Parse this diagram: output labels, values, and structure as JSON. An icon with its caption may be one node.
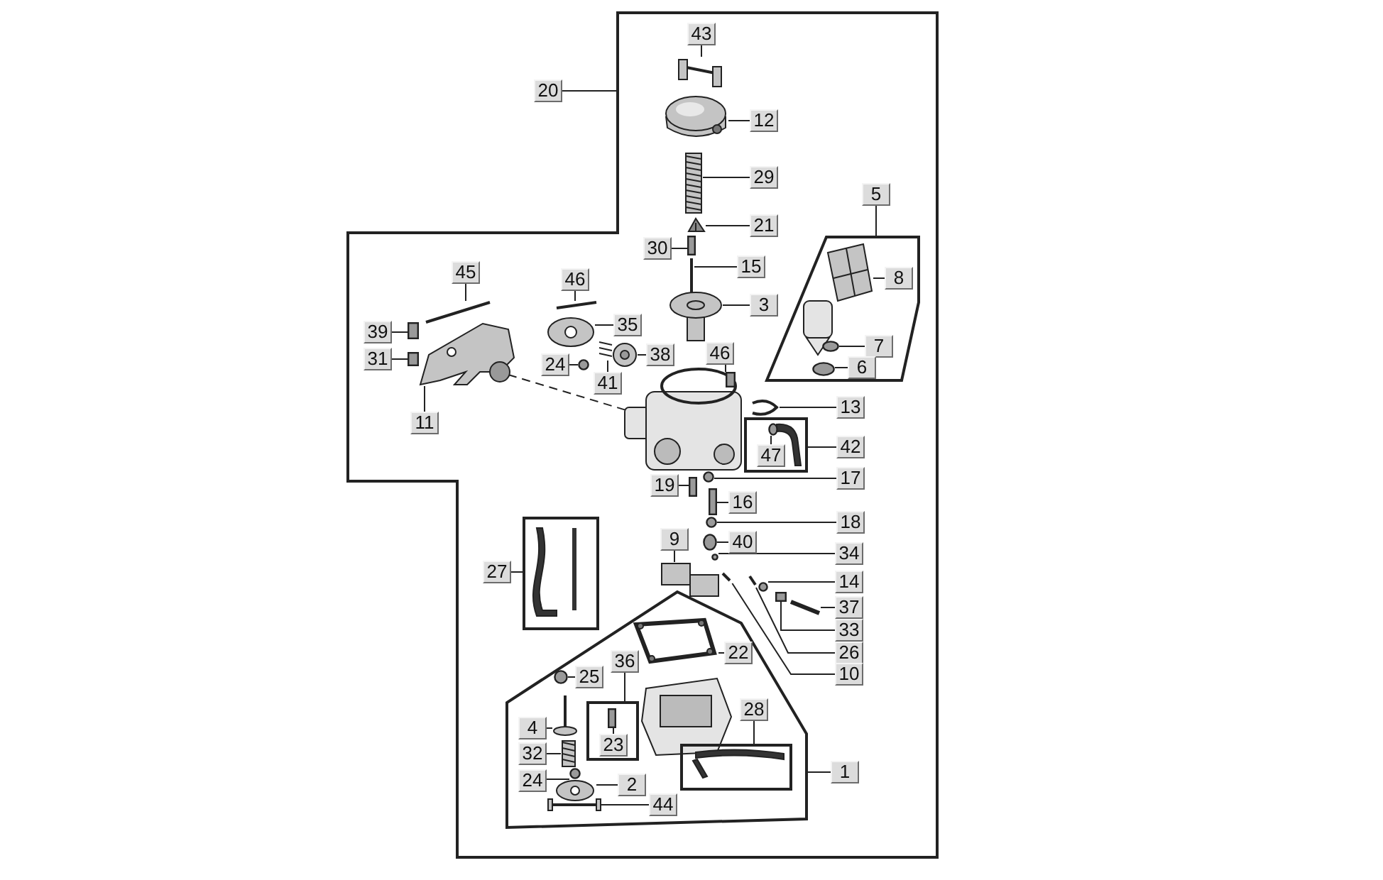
{
  "diagram": {
    "nodes": [
      {
        "text": [],
        "shape": "box"
      },
      {
        "text": [
          "20"
        ]
      },
      {
        "text": [
          "43"
        ],
        "in": 0
      },
      {
        "text": [
          "12"
        ],
        "in": 0
      },
      {
        "text": [
          "29"
        ],
        "in": 0
      },
      {
        "text": [
          "5"
        ],
        "in": 0
      },
      {
        "text": [],
        "shape": "box",
        "in": 0
      },
      {
        "text": [
          "21"
        ],
        "in": 0
      },
      {
        "text": [
          "30"
        ],
        "in": 0
      },
      {
        "text": [
          "15"
        ],
        "in": 0
      },
      {
        "text": [
          "8"
        ],
        "in": 6
      },
      {
        "text": [
          "45"
        ],
        "in": 0
      },
      {
        "text": [
          "46"
        ],
        "in": 0
      },
      {
        "text": [
          "3"
        ],
        "in": 0
      },
      {
        "text": [
          "35"
        ],
        "in": 0
      },
      {
        "text": [
          "39"
        ],
        "in": 0
      },
      {
        "text": [
          "38"
        ],
        "in": 0
      },
      {
        "text": [
          "7"
        ],
        "in": 6
      },
      {
        "text": [
          "46"
        ],
        "in": 0
      },
      {
        "text": [
          "31"
        ],
        "in": 0
      },
      {
        "text": [
          "24"
        ],
        "in": 0
      },
      {
        "text": [
          "41"
        ],
        "in": 0
      },
      {
        "text": [
          "6"
        ],
        "in": 6
      },
      {
        "text": [
          "13"
        ],
        "in": 0
      },
      {
        "text": [
          "11"
        ],
        "in": 0
      },
      {
        "text": [],
        "shape": "box",
        "in": 0
      },
      {
        "text": [
          "42"
        ],
        "in": 0
      },
      {
        "text": [
          "47"
        ],
        "in": 25
      },
      {
        "text": [
          "17"
        ],
        "in": 0
      },
      {
        "text": [
          "19"
        ],
        "in": 0
      },
      {
        "text": [
          "16"
        ],
        "in": 0
      },
      {
        "text": [
          "18"
        ],
        "in": 0
      },
      {
        "text": [
          "9"
        ],
        "in": 0
      },
      {
        "text": [
          "40"
        ],
        "in": 0
      },
      {
        "text": [
          "34"
        ],
        "in": 0
      },
      {
        "text": [],
        "shape": "box",
        "in": 0
      },
      {
        "text": [
          "27"
        ],
        "in": 0
      },
      {
        "text": [
          "14"
        ],
        "in": 0
      },
      {
        "text": [
          "37"
        ],
        "in": 0
      },
      {
        "text": [
          "33"
        ],
        "in": 0
      },
      {
        "text": [
          "26"
        ],
        "in": 0
      },
      {
        "text": [],
        "shape": "box",
        "in": 0
      },
      {
        "text": [
          "22"
        ],
        "in": 41
      },
      {
        "text": [
          "36"
        ],
        "in": 41
      },
      {
        "text": [],
        "shape": "box",
        "in": 41
      },
      {
        "text": [
          "10"
        ],
        "in": 0
      },
      {
        "text": [
          "25"
        ],
        "in": 41
      },
      {
        "text": [
          "28"
        ],
        "in": 41
      },
      {
        "text": [],
        "shape": "box",
        "in": 41
      },
      {
        "text": [
          "4"
        ],
        "in": 41
      },
      {
        "text": [
          "23"
        ],
        "in": 44
      },
      {
        "text": [
          "32"
        ],
        "in": 41
      },
      {
        "text": [
          "1"
        ],
        "in": 0
      },
      {
        "text": [
          "24"
        ],
        "in": 41
      },
      {
        "text": [
          "2"
        ],
        "in": 41
      },
      {
        "text": [
          "44"
        ],
        "in": 41
      },
      {
        "text": [],
        "shape": "picture",
        "in": 0
      },
      {
        "text": [],
        "shape": "picture",
        "in": 0
      },
      {
        "text": [],
        "shape": "picture",
        "in": 0
      },
      {
        "text": [],
        "shape": "picture",
        "in": 0
      },
      {
        "text": [],
        "shape": "box",
        "in": 0
      },
      {
        "text": [],
        "shape": "bar",
        "in": 0
      },
      {
        "text": [],
        "shape": "picture",
        "in": 6
      },
      {
        "text": [],
        "shape": "bar",
        "in": 0
      },
      {
        "text": [],
        "shape": "bar",
        "in": 0
      },
      {
        "text": [],
        "shape": "picture",
        "in": 0
      },
      {
        "text": [],
        "shape": "picture",
        "in": 0
      },
      {
        "text": [],
        "shape": "box",
        "in": 0
      },
      {
        "text": [],
        "shape": "picture",
        "in": 0
      },
      {
        "text": [],
        "shape": "circle",
        "in": 6
      },
      {
        "text": [],
        "shape": "box",
        "in": 0
      },
      {
        "text": [],
        "shape": "box",
        "in": 0
      },
      {
        "text": [],
        "shape": "circle",
        "in": 0
      },
      {
        "text": [],
        "shape": "picture",
        "in": 0
      },
      {
        "text": [],
        "shape": "circle",
        "in": 6
      },
      {
        "text": [],
        "shape": "picture",
        "in": 0
      },
      {
        "text": [],
        "shape": "picture",
        "in": 0
      },
      {
        "text": [],
        "shape": "circle",
        "in": 25
      },
      {
        "text": [],
        "shape": "circle",
        "in": 0
      },
      {
        "text": [],
        "shape": "box",
        "in": 0
      },
      {
        "text": [],
        "shape": "box",
        "in": 0
      },
      {
        "text": [],
        "shape": "circle",
        "in": 0
      },
      {
        "text": [],
        "shape": "picture",
        "in": 0
      },
      {
        "text": [],
        "shape": "circle",
        "in": 0
      },
      {
        "text": [],
        "shape": "circle",
        "in": 0
      },
      {
        "text": [],
        "shape": "circle",
        "in": 0
      },
      {
        "text": [],
        "shape": "bar",
        "in": 0
      },
      {
        "text": [],
        "shape": "box",
        "in": 0
      },
      {
        "text": [],
        "shape": "bar",
        "in": 0
      },
      {
        "text": [],
        "shape": "picture",
        "in": 41
      },
      {
        "text": [],
        "shape": "bar",
        "in": 0
      },
      {
        "text": [],
        "shape": "circle",
        "in": 41
      },
      {
        "text": [],
        "shape": "picture",
        "in": 41
      },
      {
        "text": [],
        "shape": "box",
        "in": 44
      },
      {
        "text": [],
        "shape": "picture",
        "in": 41
      },
      {
        "text": [],
        "shape": "circle",
        "in": 41
      },
      {
        "text": [],
        "shape": "picture",
        "in": 41
      },
      {
        "text": [],
        "shape": "picture",
        "in": 41
      }
    ],
    "edges": [
      {
        "from": 1,
        "to": 0,
        "arrow": "none"
      },
      {
        "from": 2,
        "to": 56,
        "arrow": "none"
      },
      {
        "from": 3,
        "to": 57,
        "arrow": "none"
      },
      {
        "from": 4,
        "to": 58,
        "arrow": "none"
      },
      {
        "from": 5,
        "to": 6,
        "arrow": "none"
      },
      {
        "from": 7,
        "to": 59,
        "arrow": "none"
      },
      {
        "from": 8,
        "to": 60,
        "arrow": "none"
      },
      {
        "from": 9,
        "to": 61,
        "arrow": "none"
      },
      {
        "from": 10,
        "to": 62,
        "arrow": "none"
      },
      {
        "from": 11,
        "to": 63,
        "arrow": "none"
      },
      {
        "from": 12,
        "to": 64,
        "arrow": "none"
      },
      {
        "from": 13,
        "to": 65,
        "arrow": "none"
      },
      {
        "from": 14,
        "to": 66,
        "arrow": "none"
      },
      {
        "from": 15,
        "to": 67,
        "arrow": "none"
      },
      {
        "from": 16,
        "to": 68,
        "arrow": "none"
      },
      {
        "from": 17,
        "to": 69,
        "arrow": "none"
      },
      {
        "from": 18,
        "to": 70,
        "arrow": "none"
      },
      {
        "from": 19,
        "to": 71,
        "arrow": "none"
      },
      {
        "from": 20,
        "to": 72,
        "arrow": "none"
      },
      {
        "from": 21,
        "to": 73,
        "arrow": "none"
      },
      {
        "from": 22,
        "to": 74,
        "arrow": "none"
      },
      {
        "from": 23,
        "to": 75,
        "arrow": "none"
      },
      {
        "from": 24,
        "to": 76,
        "arrow": "none"
      },
      {
        "from": 26,
        "to": 25,
        "arrow": "none"
      },
      {
        "from": 27,
        "to": 77,
        "arrow": "none"
      },
      {
        "from": 28,
        "to": 78,
        "arrow": "none"
      },
      {
        "from": 29,
        "to": 79,
        "arrow": "none"
      },
      {
        "from": 30,
        "to": 80,
        "arrow": "none"
      },
      {
        "from": 31,
        "to": 81,
        "arrow": "none"
      },
      {
        "from": 32,
        "to": 82,
        "arrow": "none"
      },
      {
        "from": 33,
        "to": 83,
        "arrow": "none"
      },
      {
        "from": 34,
        "to": 84,
        "arrow": "none"
      },
      {
        "from": 36,
        "to": 35,
        "arrow": "none"
      },
      {
        "from": 37,
        "to": 85,
        "arrow": "none"
      },
      {
        "from": 38,
        "to": 86,
        "arrow": "none"
      },
      {
        "from": 39,
        "to": 87,
        "arrow": "none"
      },
      {
        "from": 40,
        "to": 88,
        "arrow": "none"
      },
      {
        "from": 42,
        "to": 89,
        "arrow": "none"
      },
      {
        "from": 43,
        "to": 44,
        "arrow": "none"
      },
      {
        "from": 45,
        "to": 90,
        "arrow": "none"
      },
      {
        "from": 46,
        "to": 91,
        "arrow": "none"
      },
      {
        "from": 47,
        "to": 48,
        "arrow": "none"
      },
      {
        "from": 49,
        "to": 92,
        "arrow": "none"
      },
      {
        "from": 50,
        "to": 93,
        "arrow": "none"
      },
      {
        "from": 51,
        "to": 94,
        "arrow": "none"
      },
      {
        "from": 52,
        "to": 41,
        "arrow": "none"
      },
      {
        "from": 53,
        "to": 95,
        "arrow": "none"
      },
      {
        "from": 54,
        "to": 96,
        "arrow": "none"
      },
      {
        "from": 55,
        "to": 97,
        "arrow": "none"
      }
    ]
  }
}
